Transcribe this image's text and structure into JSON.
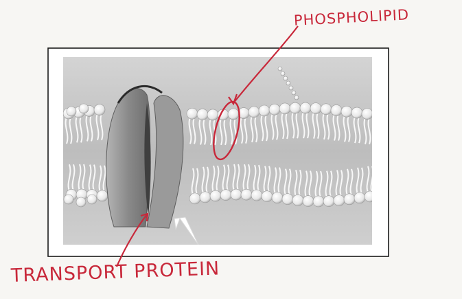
{
  "labels": {
    "phospholipid": "PHOSPHOLIPID",
    "transport_protein": "TRANSPORT PROTEIN"
  },
  "colors": {
    "annotation": "#c8283a",
    "paper": "#f7f6f3",
    "frame": "#1a1a1a",
    "membrane_bg": "#c9c9c9",
    "protein": "#8d8d8d",
    "lipid_head": "#f2f2f2",
    "lipid_tail": "#f7f7f7"
  },
  "diagram": {
    "subject": "cell-membrane-lipid-bilayer",
    "callouts": [
      "phospholipid",
      "transport-protein"
    ]
  }
}
